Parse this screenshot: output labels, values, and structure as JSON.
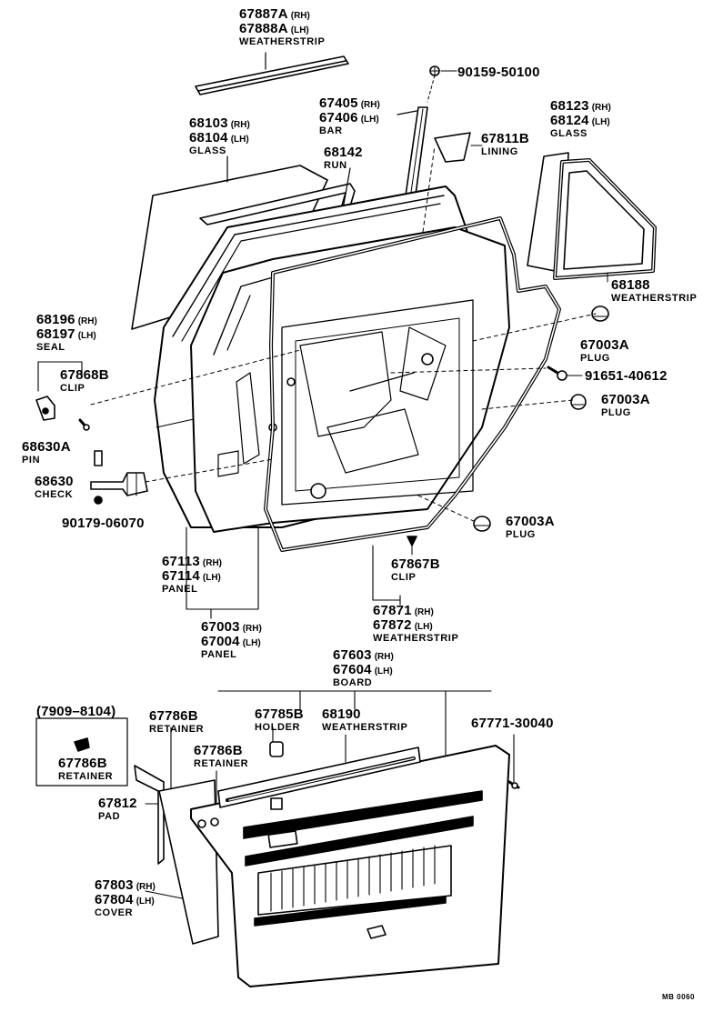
{
  "diagram_code": "MB  0060",
  "callouts": [
    {
      "id": "weatherstrip-top",
      "lines": [
        [
          "67887A",
          "(RH)"
        ],
        [
          "67888A",
          "(LH)"
        ]
      ],
      "caption": "WEATHERSTRIP"
    },
    {
      "id": "bolt-top",
      "lines": [
        [
          "90159-50100",
          ""
        ]
      ],
      "caption": ""
    },
    {
      "id": "bar",
      "lines": [
        [
          "67405",
          "(RH)"
        ],
        [
          "67406",
          "(LH)"
        ]
      ],
      "caption": "BAR"
    },
    {
      "id": "lining",
      "lines": [
        [
          "67811B",
          ""
        ]
      ],
      "caption": "LINING"
    },
    {
      "id": "glass-rear",
      "lines": [
        [
          "68123",
          "(RH)"
        ],
        [
          "68124",
          "(LH)"
        ]
      ],
      "caption": "GLASS"
    },
    {
      "id": "glass-main",
      "lines": [
        [
          "68103",
          "(RH)"
        ],
        [
          "68104",
          "(LH)"
        ]
      ],
      "caption": "GLASS"
    },
    {
      "id": "run",
      "lines": [
        [
          "68142",
          ""
        ]
      ],
      "caption": "RUN"
    },
    {
      "id": "weatherstrip-rear",
      "lines": [
        [
          "68188",
          ""
        ]
      ],
      "caption": "WEATHERSTRIP"
    },
    {
      "id": "seal",
      "lines": [
        [
          "68196",
          "(RH)"
        ],
        [
          "68197",
          "(LH)"
        ]
      ],
      "caption": "SEAL"
    },
    {
      "id": "plug-1",
      "lines": [
        [
          "67003A",
          ""
        ]
      ],
      "caption": "PLUG"
    },
    {
      "id": "clip-68",
      "lines": [
        [
          "67868B",
          ""
        ]
      ],
      "caption": "CLIP"
    },
    {
      "id": "bolt-mid",
      "lines": [
        [
          "91651-40612",
          ""
        ]
      ],
      "caption": ""
    },
    {
      "id": "plug-2",
      "lines": [
        [
          "67003A",
          ""
        ]
      ],
      "caption": "PLUG"
    },
    {
      "id": "pin",
      "lines": [
        [
          "68630A",
          ""
        ]
      ],
      "caption": "PIN"
    },
    {
      "id": "check",
      "lines": [
        [
          "68630",
          ""
        ]
      ],
      "caption": "CHECK"
    },
    {
      "id": "bolt-check",
      "lines": [
        [
          "90179-06070",
          ""
        ]
      ],
      "caption": ""
    },
    {
      "id": "plug-3",
      "lines": [
        [
          "67003A",
          ""
        ]
      ],
      "caption": "PLUG"
    },
    {
      "id": "clip-67",
      "lines": [
        [
          "67867B",
          ""
        ]
      ],
      "caption": "CLIP"
    },
    {
      "id": "panel-inner",
      "lines": [
        [
          "67113",
          "(RH)"
        ],
        [
          "67114",
          "(LH)"
        ]
      ],
      "caption": "PANEL"
    },
    {
      "id": "weatherstrip-door",
      "lines": [
        [
          "67871",
          "(RH)"
        ],
        [
          "67872",
          "(LH)"
        ]
      ],
      "caption": "WEATHERSTRIP"
    },
    {
      "id": "panel-outer",
      "lines": [
        [
          "67003",
          "(RH)"
        ],
        [
          "67004",
          "(LH)"
        ]
      ],
      "caption": "PANEL"
    },
    {
      "id": "board",
      "lines": [
        [
          "67603",
          "(RH)"
        ],
        [
          "67604",
          "(LH)"
        ]
      ],
      "caption": "BOARD"
    },
    {
      "id": "date-range",
      "lines": [
        [
          "(7909–8104)",
          ""
        ]
      ],
      "caption": ""
    },
    {
      "id": "retainer-1",
      "lines": [
        [
          "67786B",
          ""
        ]
      ],
      "caption": "RETAINER"
    },
    {
      "id": "holder",
      "lines": [
        [
          "67785B",
          ""
        ]
      ],
      "caption": "HOLDER"
    },
    {
      "id": "weatherstrip-board",
      "lines": [
        [
          "68190",
          ""
        ]
      ],
      "caption": "WEATHERSTRIP"
    },
    {
      "id": "screw-board",
      "lines": [
        [
          "67771-30040",
          ""
        ]
      ],
      "caption": ""
    },
    {
      "id": "retainer-2",
      "lines": [
        [
          "67786B",
          ""
        ]
      ],
      "caption": "RETAINER"
    },
    {
      "id": "retainer-box",
      "lines": [
        [
          "67786B",
          ""
        ]
      ],
      "caption": "RETAINER"
    },
    {
      "id": "pad",
      "lines": [
        [
          "67812",
          ""
        ]
      ],
      "caption": "PAD"
    },
    {
      "id": "cover",
      "lines": [
        [
          "67803",
          "(RH)"
        ],
        [
          "67804",
          "(LH)"
        ]
      ],
      "caption": "COVER"
    }
  ]
}
